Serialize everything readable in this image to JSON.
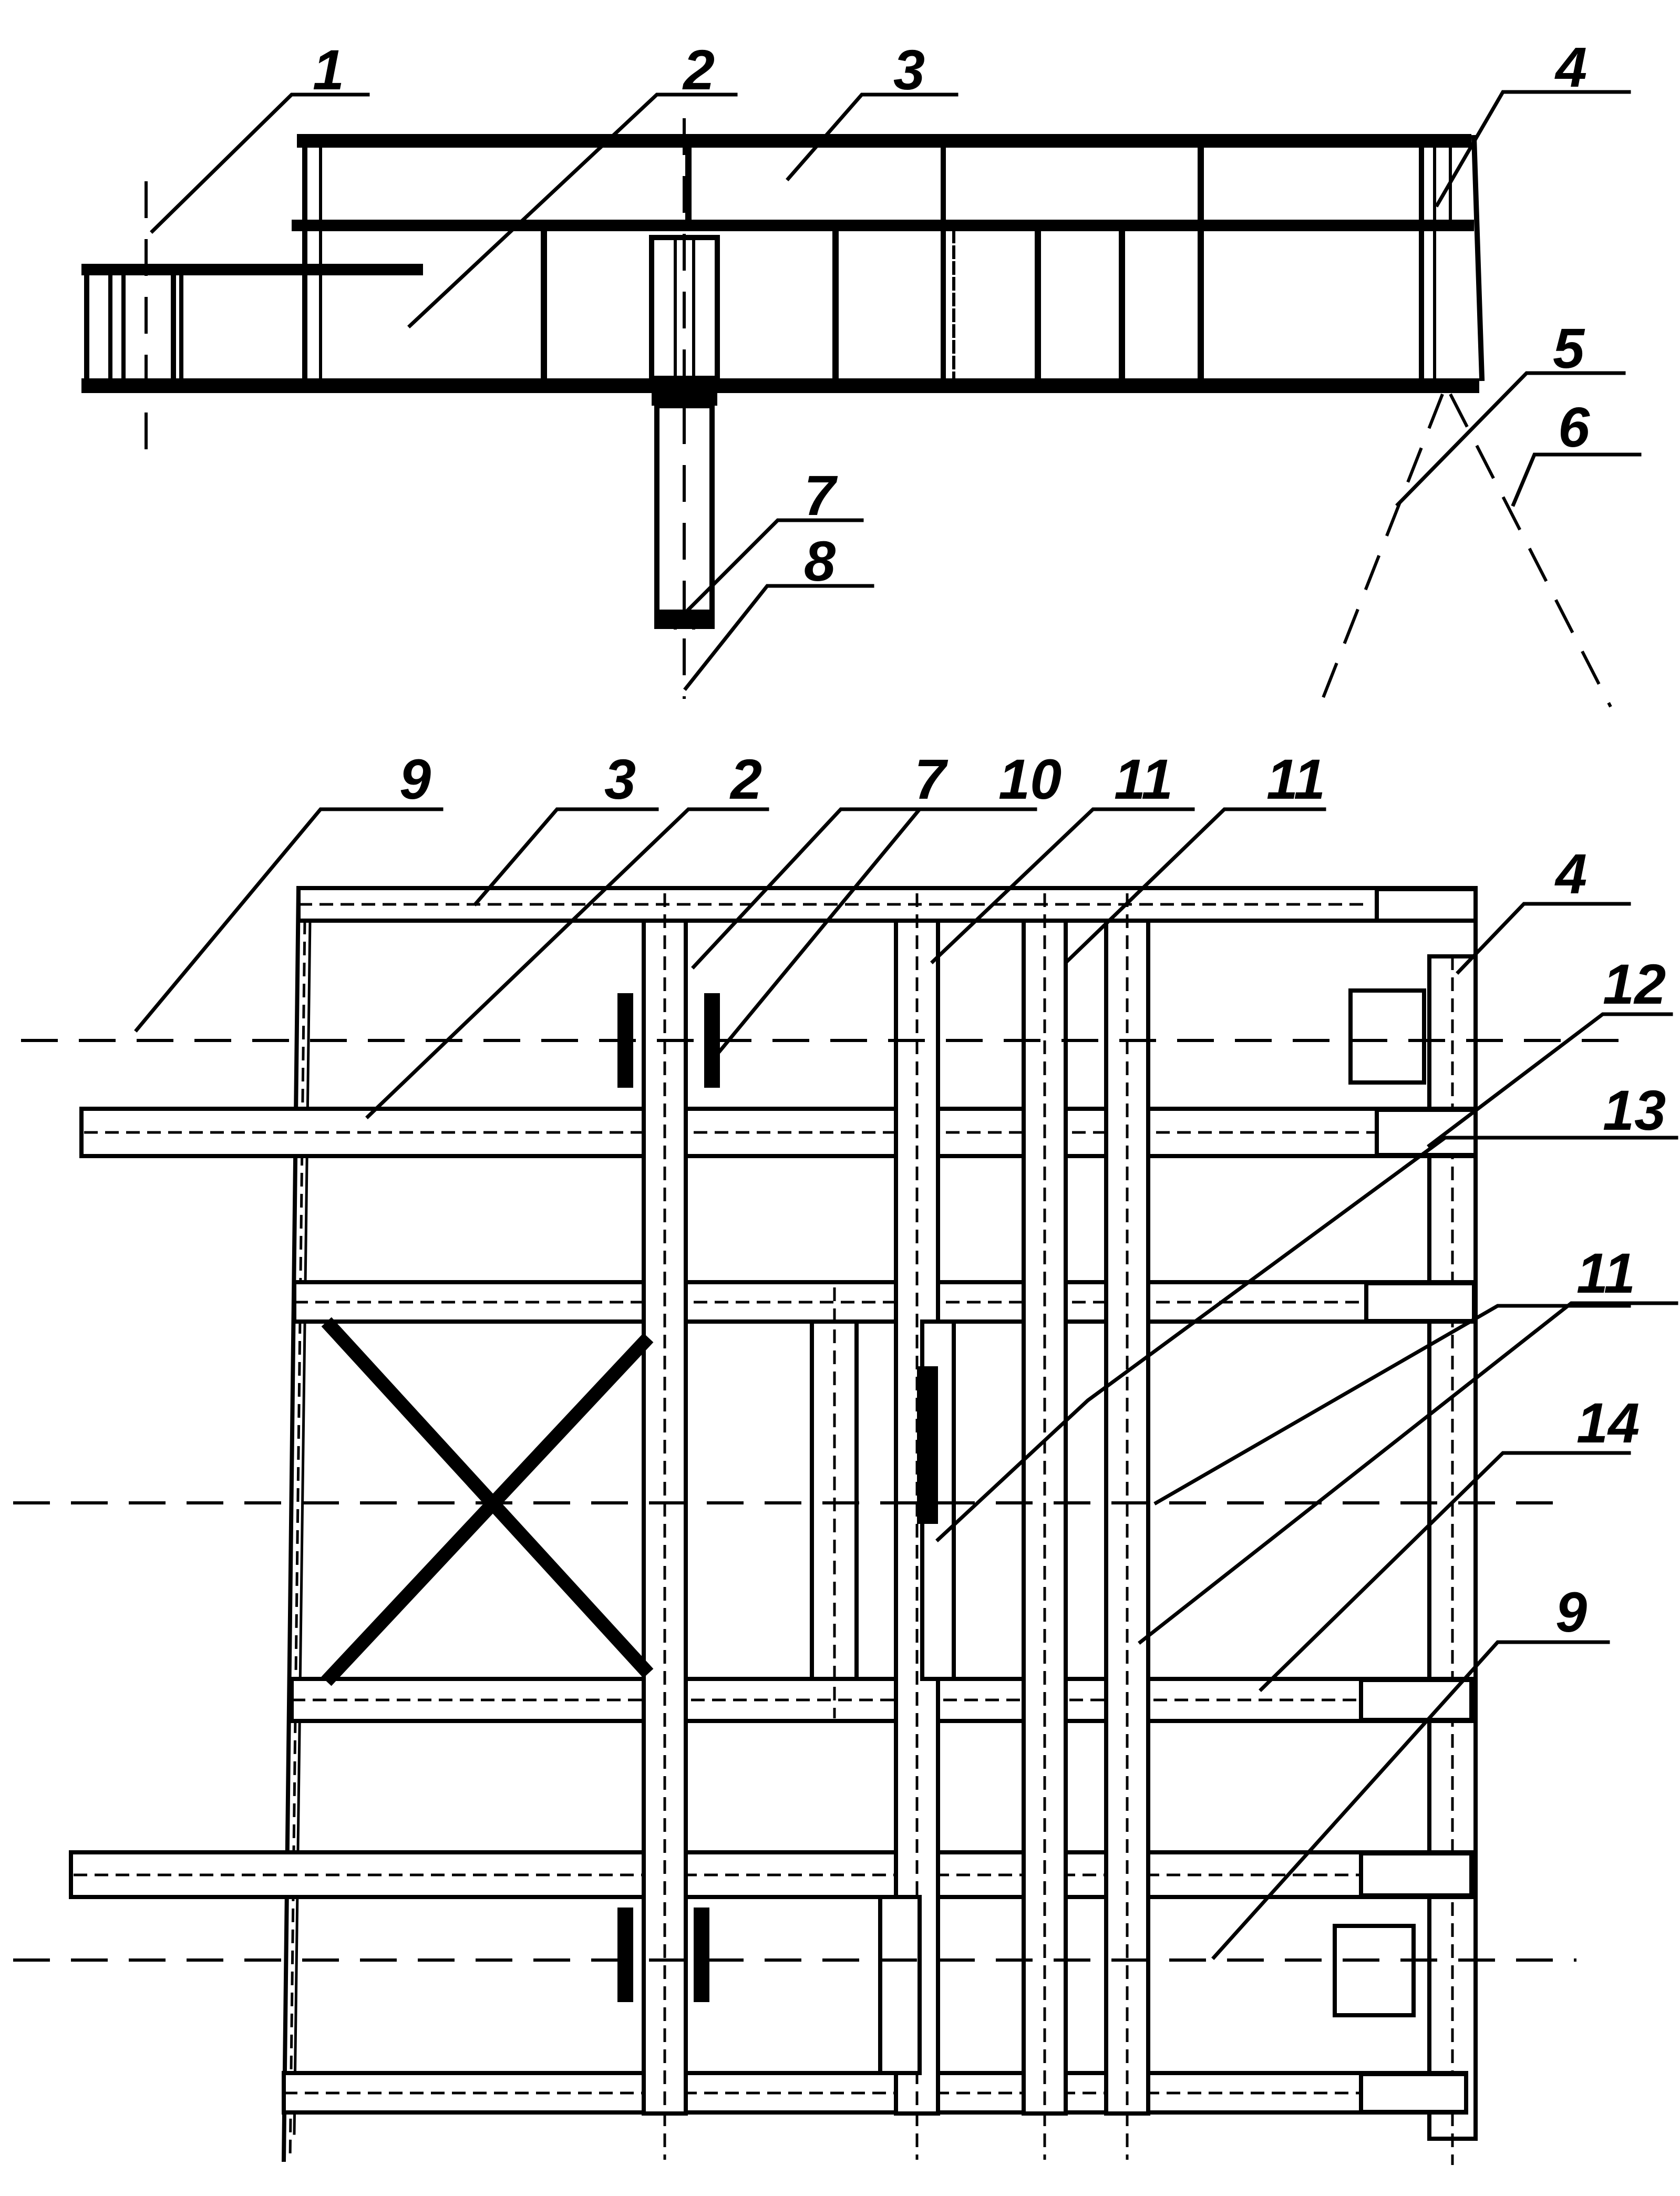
{
  "drawing": {
    "labels": {
      "l1": "1",
      "l2": "2",
      "l3": "3",
      "l4": "4",
      "l5": "5",
      "l6": "6",
      "l7": "7",
      "l8": "8",
      "l9": "9",
      "l10": "10",
      "l11": "11",
      "l12": "12",
      "l13": "13",
      "l14": "14"
    }
  }
}
